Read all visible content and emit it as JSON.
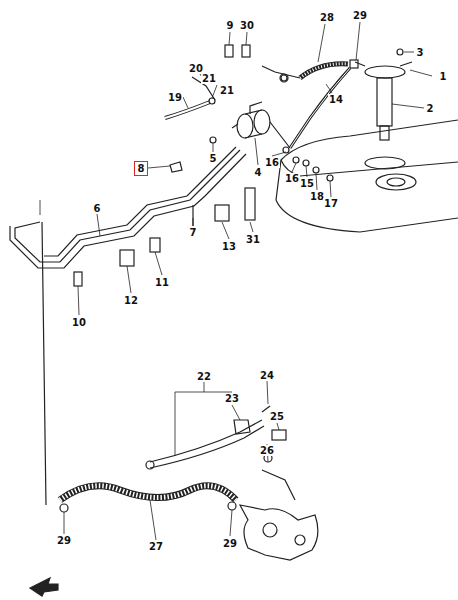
{
  "diagram": {
    "nodes": [
      {
        "text": [
          "8"
        ]
      }
    ],
    "labels": [
      "9",
      "30",
      "28",
      "29",
      "3",
      "20",
      "21",
      "1",
      "19",
      "21",
      "14",
      "2",
      "5",
      "4",
      "16",
      "16",
      "15",
      "18",
      "17",
      "6",
      "7",
      "13",
      "31",
      "12",
      "11",
      "10",
      "22",
      "24",
      "23",
      "25",
      "26",
      "29",
      "27",
      "29"
    ]
  }
}
